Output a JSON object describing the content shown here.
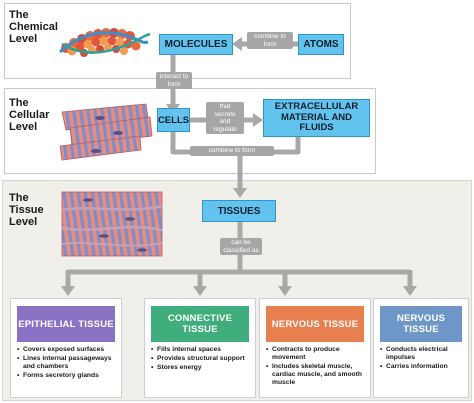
{
  "levels": {
    "chemical": "The Chemical Level",
    "cellular": "The Cellular Level",
    "tissue": "The Tissue Level"
  },
  "boxes": {
    "molecules": "MOLECULES",
    "atoms": "ATOMS",
    "cells": "CELLS",
    "extracellular": "EXTRACELLULAR MATERIAL AND FLUIDS",
    "tissues": "TISSUES"
  },
  "connectors": {
    "combine_to_form_top": "combine to form",
    "interact_to_form": "interact to form",
    "that_secrete_and_regulate": "that secrete and regulate",
    "combine_to_form_bottom": "combine to form",
    "can_be_classified_as": "can be classified as"
  },
  "tissue_types": [
    {
      "title": "EPITHELIAL TISSUE",
      "color": "#8a72c4",
      "bullets": [
        "Covers exposed surfaces",
        "Lines internal passageways and chambers",
        "Forms secretory glands"
      ]
    },
    {
      "title": "CONNECTIVE TISSUE",
      "color": "#3fae7c",
      "bullets": [
        "Fills internal spaces",
        "Provides structural support",
        "Stores energy"
      ]
    },
    {
      "title": "NERVOUS TISSUE",
      "color": "#e87f4f",
      "bullets": [
        "Contracts to produce movement",
        "Includes skeletal muscle, cardiac muscle, and smooth muscle"
      ]
    },
    {
      "title": "NERVOUS TISSUE",
      "color": "#6e97c8",
      "bullets": [
        "Conducts electrical impulses",
        "Carries information"
      ]
    }
  ],
  "colors": {
    "box_fill": "#62c4ee",
    "arrow": "#a8a8a8",
    "tissue_panel": "#f1efe9"
  }
}
